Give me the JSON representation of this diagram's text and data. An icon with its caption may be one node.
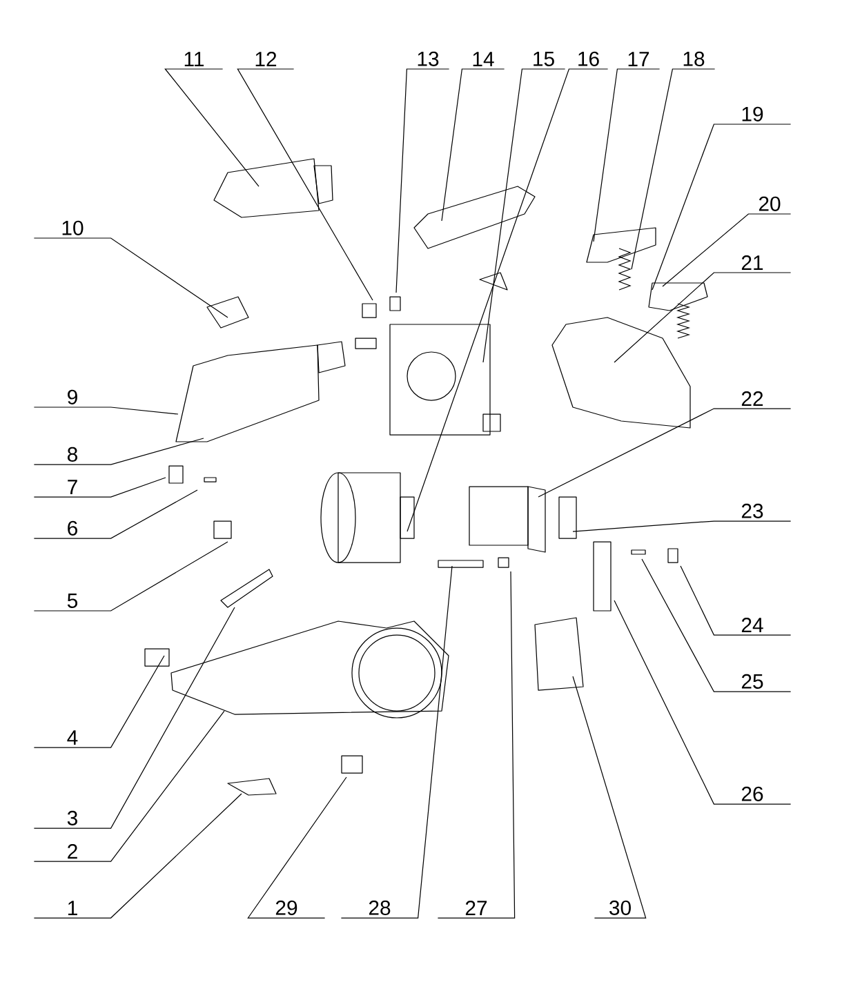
{
  "diagram": {
    "nodes": [
      {
        "text": [
          "1"
        ]
      },
      {
        "text": [
          "2"
        ]
      },
      {
        "text": [
          "3"
        ]
      },
      {
        "text": [
          "4"
        ]
      },
      {
        "text": [
          "5"
        ]
      },
      {
        "text": [
          "6"
        ]
      },
      {
        "text": [
          "7"
        ]
      },
      {
        "text": [
          "8"
        ]
      },
      {
        "text": [
          "9"
        ]
      },
      {
        "text": [
          "10"
        ]
      },
      {
        "text": [
          "11"
        ]
      },
      {
        "text": [
          "12"
        ]
      },
      {
        "text": [
          "13"
        ]
      },
      {
        "text": [
          "14"
        ]
      },
      {
        "text": [
          "15"
        ]
      },
      {
        "text": [
          "16"
        ]
      },
      {
        "text": [
          "17"
        ]
      },
      {
        "text": [
          "18"
        ]
      },
      {
        "text": [
          "19"
        ]
      },
      {
        "text": [
          "20"
        ]
      },
      {
        "text": [
          "21"
        ]
      },
      {
        "text": [
          "22"
        ]
      },
      {
        "text": [
          "23"
        ]
      },
      {
        "text": [
          "24"
        ]
      },
      {
        "text": [
          "25"
        ]
      },
      {
        "text": [
          "26"
        ]
      },
      {
        "text": [
          "27"
        ]
      },
      {
        "text": [
          "28"
        ]
      },
      {
        "text": [
          "29"
        ]
      },
      {
        "text": [
          "30"
        ]
      }
    ],
    "edges": [
      {
        "from": 0,
        "to": null,
        "arrow": "none"
      },
      {
        "from": 1,
        "to": null,
        "arrow": "none"
      },
      {
        "from": 2,
        "to": null,
        "arrow": "none"
      },
      {
        "from": 3,
        "to": null,
        "arrow": "none"
      },
      {
        "from": 4,
        "to": null,
        "arrow": "none"
      },
      {
        "from": 5,
        "to": null,
        "arrow": "none"
      },
      {
        "from": 6,
        "to": null,
        "arrow": "none"
      },
      {
        "from": 7,
        "to": null,
        "arrow": "none"
      },
      {
        "from": 8,
        "to": null,
        "arrow": "none"
      },
      {
        "from": 9,
        "to": null,
        "arrow": "none"
      },
      {
        "from": 10,
        "to": null,
        "arrow": "none"
      },
      {
        "from": 11,
        "to": null,
        "arrow": "none"
      },
      {
        "from": 12,
        "to": null,
        "arrow": "none"
      },
      {
        "from": 13,
        "to": null,
        "arrow": "none"
      },
      {
        "from": 14,
        "to": null,
        "arrow": "none"
      },
      {
        "from": 15,
        "to": null,
        "arrow": "none"
      },
      {
        "from": 16,
        "to": null,
        "arrow": "none"
      },
      {
        "from": 17,
        "to": null,
        "arrow": "none"
      },
      {
        "from": 18,
        "to": null,
        "arrow": "none"
      },
      {
        "from": 19,
        "to": null,
        "arrow": "none"
      },
      {
        "from": 20,
        "to": null,
        "arrow": "none"
      },
      {
        "from": 21,
        "to": null,
        "arrow": "none"
      },
      {
        "from": 22,
        "to": null,
        "arrow": "none"
      },
      {
        "from": 23,
        "to": null,
        "arrow": "none"
      },
      {
        "from": 24,
        "to": null,
        "arrow": "none"
      },
      {
        "from": 25,
        "to": null,
        "arrow": "none"
      },
      {
        "from": 26,
        "to": null,
        "arrow": "none"
      },
      {
        "from": 27,
        "to": null,
        "arrow": "none"
      },
      {
        "from": 28,
        "to": null,
        "arrow": "none"
      },
      {
        "from": 29,
        "to": null,
        "arrow": "none"
      }
    ]
  }
}
